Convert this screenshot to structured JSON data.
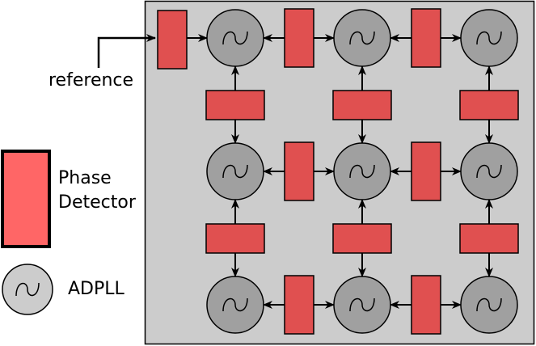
{
  "labels": {
    "reference": "reference",
    "legend_phase_line1": "Phase",
    "legend_phase_line2": "Detector",
    "legend_adpll": "ADPLL"
  },
  "colors": {
    "detector_fill": "#e05050",
    "detector_legend_fill": "#ff6666",
    "oscillator_fill": "#a0a0a0",
    "oscillator_legend_fill": "#cccccc",
    "panel_fill": "#cccccc",
    "stroke": "#000000"
  },
  "icons": {
    "oscillator_symbol": "sine-wave-icon",
    "arrow": "arrowhead-icon"
  },
  "grid": {
    "rows": 3,
    "cols": 3
  }
}
